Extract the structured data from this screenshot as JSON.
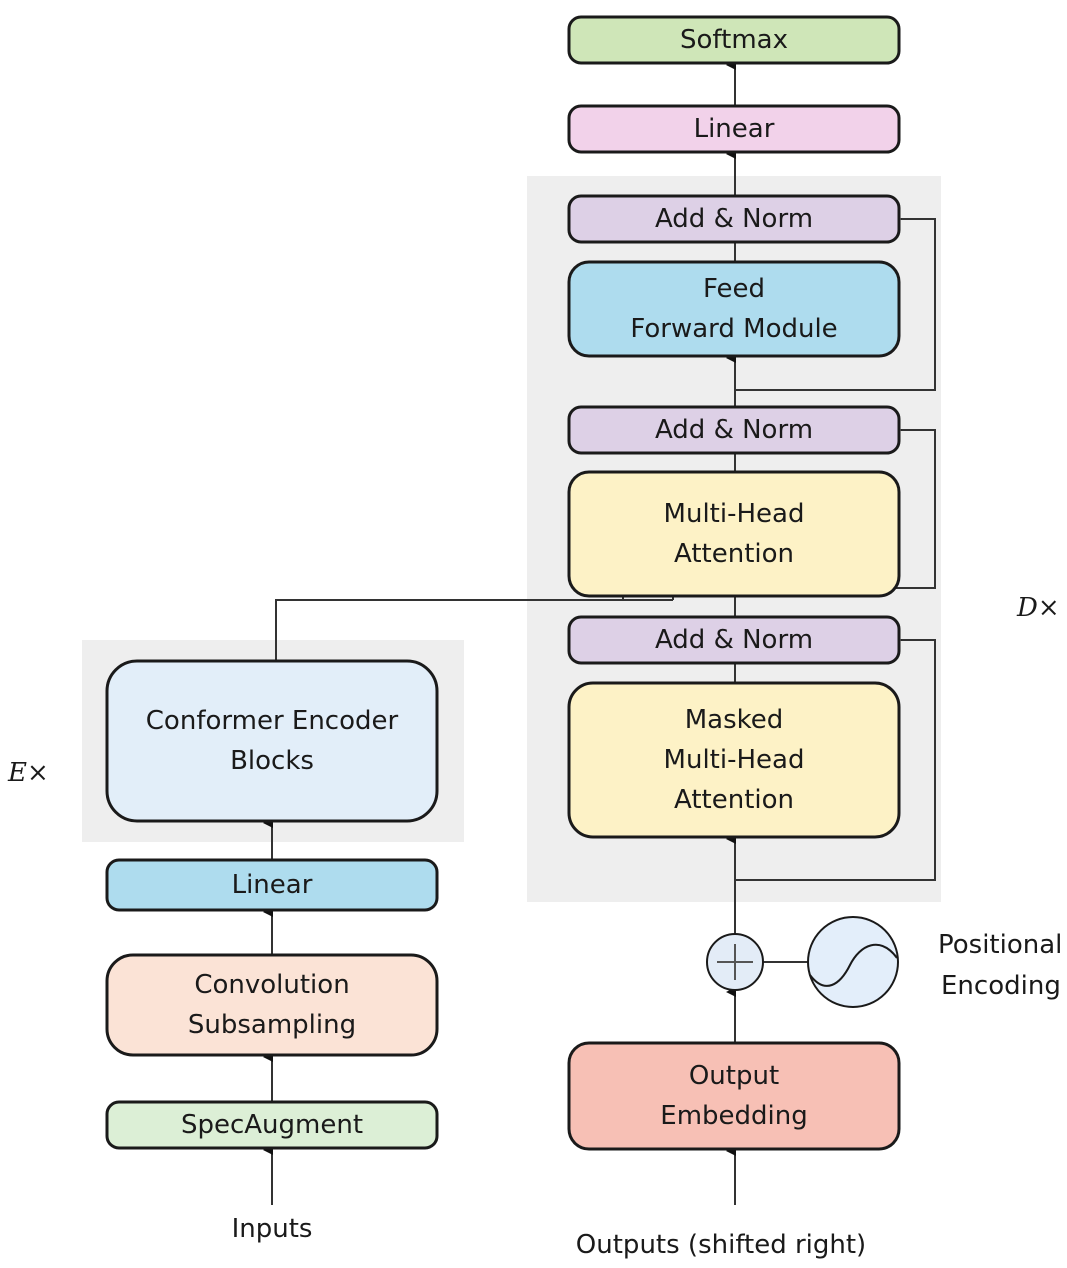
{
  "diagram": {
    "encoder": {
      "repeat_label": "E×",
      "input_label": "Inputs",
      "blocks": [
        {
          "id": "spec-augment",
          "label": "SpecAugment",
          "color": "#dcefd6"
        },
        {
          "id": "conv-subsampling",
          "label": "Convolution\nSubsampling",
          "color": "#fbe3d6"
        },
        {
          "id": "encoder-linear",
          "label": "Linear",
          "color": "#aedcee"
        },
        {
          "id": "conformer-blocks",
          "label": "Conformer Encoder\nBlocks",
          "color": "#e2eef9"
        }
      ]
    },
    "decoder": {
      "repeat_label": "D×",
      "input_label": "Outputs (shifted right)",
      "positional_encoding_label": "Positional\nEncoding",
      "blocks": [
        {
          "id": "output-embedding",
          "label": "Output\nEmbedding",
          "color": "#f7c0b5"
        },
        {
          "id": "masked-mha",
          "label": "Masked\nMulti-Head\nAttention",
          "color": "#fdf2c6"
        },
        {
          "id": "add-norm-1",
          "label": "Add & Norm",
          "color": "#ddd0e6"
        },
        {
          "id": "mha",
          "label": "Multi-Head\nAttention",
          "color": "#fdf2c6"
        },
        {
          "id": "add-norm-2",
          "label": "Add & Norm",
          "color": "#ddd0e6"
        },
        {
          "id": "feed-forward",
          "label": "Feed\nForward Module",
          "color": "#aedcee"
        },
        {
          "id": "add-norm-3",
          "label": "Add & Norm",
          "color": "#ddd0e6"
        },
        {
          "id": "decoder-linear",
          "label": "Linear",
          "color": "#f2d2ea"
        },
        {
          "id": "softmax",
          "label": "Softmax",
          "color": "#cfe6b8"
        }
      ]
    },
    "colors": {
      "repeat_tile": "#eeeeee",
      "adder_fill": "#e3ecf7",
      "pe_fill": "#e3eefa",
      "stroke": "#1a1a1a"
    }
  }
}
